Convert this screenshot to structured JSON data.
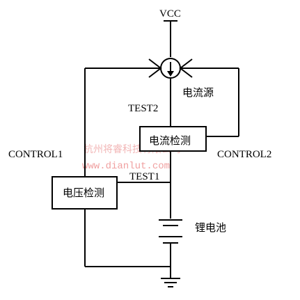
{
  "labels": {
    "vcc": "VCC",
    "test2": "TEST2",
    "test1": "TEST1",
    "current_source": "电流源",
    "current_detect": "电流检测",
    "voltage_detect": "电压检测",
    "control1": "CONTROL1",
    "control2": "CONTROL2",
    "battery": "锂电池"
  },
  "watermark": {
    "line1": "杭州将睿科技有限公司",
    "line2": "www.dianlut.com"
  },
  "colors": {
    "line": "#000000",
    "watermark": "#f0a0a0"
  }
}
